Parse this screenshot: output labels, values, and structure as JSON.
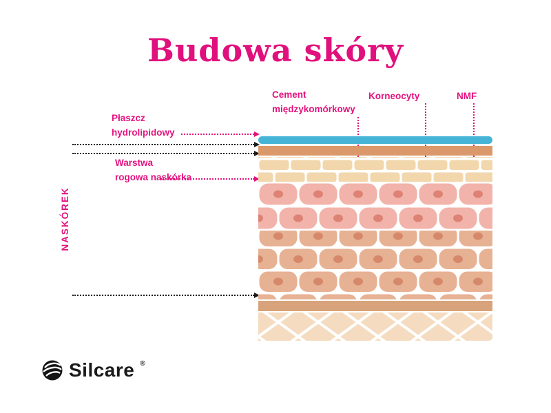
{
  "title": "Budowa skóry",
  "labels": {
    "cement_line1": "Cement",
    "cement_line2": "międzykomórkowy",
    "korneocyty": "Korneocyty",
    "nmf": "NMF",
    "plaszcz_line1": "Płaszcz",
    "plaszcz_line2": "hydrolipidowy",
    "warstwa_line1": "Warstwa",
    "warstwa_line2": "rogowa naskórka",
    "naskorek": "NASKÓREK"
  },
  "brand": {
    "name": "Silcare",
    "registered_mark": "®"
  },
  "colors": {
    "accent_pink": "#e3127e",
    "arrow_black": "#1c1c1c",
    "hydrolipid_blue": "#45b4d7",
    "upper_band_orange": "#db996b",
    "brick_tan": "#f2d7ad",
    "cell_pink": "#f1b3aa",
    "cell_pink_nucleus": "#dd8274",
    "cell_tan": "#e7b193",
    "cell_tan_nucleus": "#d5896a",
    "lower_band_tan": "#d8a37b",
    "dermis_fill": "#f5dcc0",
    "lattice_white": "#ffffff"
  }
}
